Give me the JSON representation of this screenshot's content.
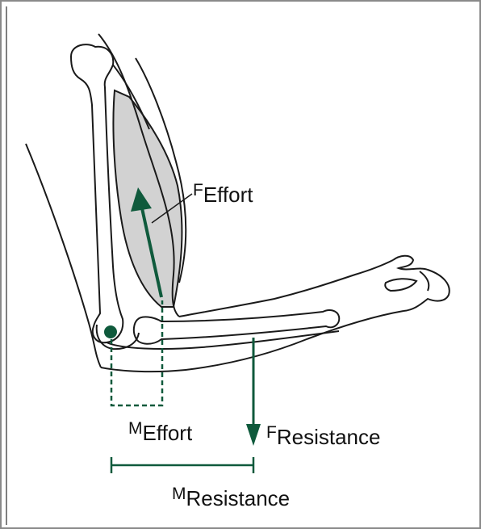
{
  "labels": {
    "f_effort": {
      "main": "F",
      "sub": "Effort"
    },
    "m_effort": {
      "main": "M",
      "sub": "Effort"
    },
    "f_resistance": {
      "main": "F",
      "sub": "Resistance"
    },
    "m_resistance": {
      "main": "M",
      "sub": "Resistance"
    }
  },
  "colors": {
    "line": "#1a1a1a",
    "muscle_fill": "#d2d2d2",
    "vector": "#0f5a3c",
    "frame": "#8a8a8a"
  }
}
